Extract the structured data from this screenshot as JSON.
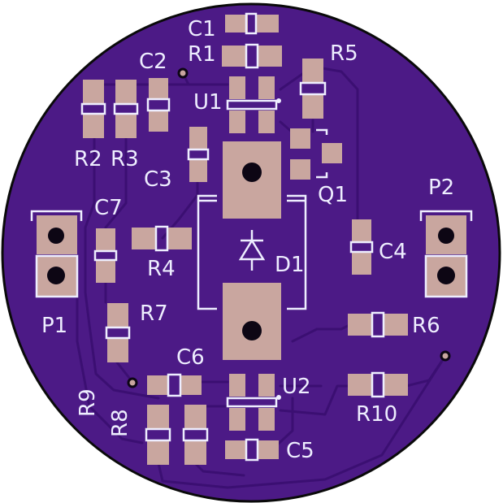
{
  "board": {
    "colors": {
      "board": "#4c1a86",
      "outline": "#0a0a0a",
      "trace": "#3b0f72",
      "pad": "#c9a69f",
      "silk": "#eeeeff",
      "hole": "#0d0614",
      "via": "#c9a69f"
    }
  },
  "labels": {
    "c1": "C1",
    "r1": "R1",
    "r5": "R5",
    "c2": "C2",
    "u1": "U1",
    "r2": "R2",
    "r3": "R3",
    "c3": "C3",
    "q1": "Q1",
    "p2": "P2",
    "c7": "C7",
    "c4": "C4",
    "r4": "R4",
    "d1": "D1",
    "p1": "P1",
    "r7": "R7",
    "r6": "R6",
    "c6": "C6",
    "u2": "U2",
    "r9": "R9",
    "r8": "R8",
    "r10": "R10",
    "c5": "C5"
  }
}
